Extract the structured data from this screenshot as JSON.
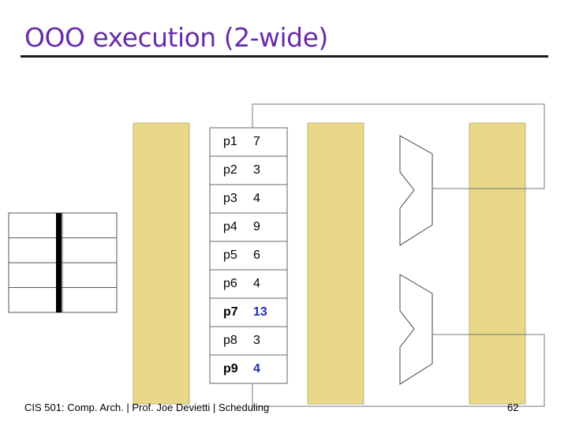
{
  "slide": {
    "title": "OOO execution (2-wide)",
    "footer": "CIS 501: Comp. Arch.  |  Prof. Joe Devietti  |  Scheduling",
    "page_number": "62"
  },
  "register_file": [
    {
      "name": "p1",
      "value": "7",
      "highlight": false
    },
    {
      "name": "p2",
      "value": "3",
      "highlight": false
    },
    {
      "name": "p3",
      "value": "4",
      "highlight": false
    },
    {
      "name": "p4",
      "value": "9",
      "highlight": false
    },
    {
      "name": "p5",
      "value": "6",
      "highlight": false
    },
    {
      "name": "p6",
      "value": "4",
      "highlight": false
    },
    {
      "name": "p7",
      "value": "13",
      "highlight": true
    },
    {
      "name": "p8",
      "value": "3",
      "highlight": false
    },
    {
      "name": "p9",
      "value": "4",
      "highlight": true
    }
  ],
  "colors": {
    "title": "#6a2ca8",
    "pipeline_latch": "#e9d888",
    "highlight_value": "#1f2fb4"
  }
}
